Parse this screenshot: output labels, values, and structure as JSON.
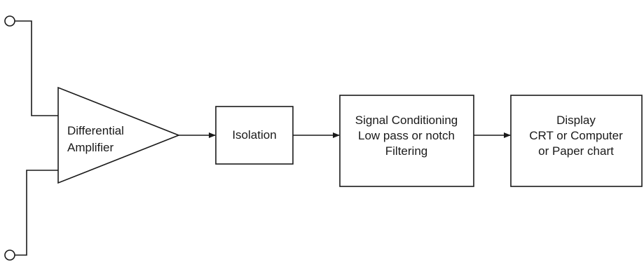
{
  "amplifier": {
    "line1": "Differential",
    "line2": "Amplifier"
  },
  "isolation": {
    "label": "Isolation"
  },
  "conditioning": {
    "line1": "Signal Conditioning",
    "line2": "Low pass or notch",
    "line3": "Filtering"
  },
  "display": {
    "line1": "Display",
    "line2": "CRT or Computer",
    "line3": "or Paper chart"
  },
  "colors": {
    "line": "#1a1a1a",
    "background": "#ffffff"
  }
}
